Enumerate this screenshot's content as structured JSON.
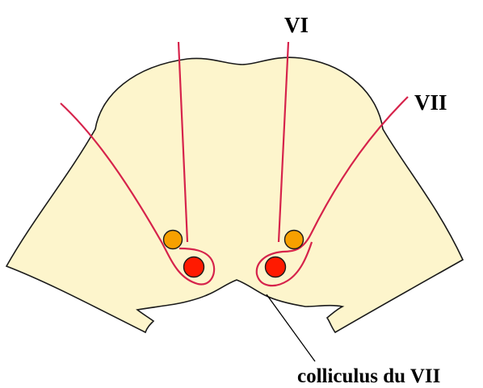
{
  "labels": {
    "nerve_vi": "VI",
    "nerve_vii": "VII",
    "colliculus": "colliculus du VII"
  },
  "colors": {
    "tissue": "#fdf5cc",
    "outline": "#1a1a1a",
    "nerve_fiber": "#d6234b",
    "nucleus_vi": "#ff1a00",
    "nucleus_vii": "#f7a000",
    "leader_line": "#000000"
  }
}
